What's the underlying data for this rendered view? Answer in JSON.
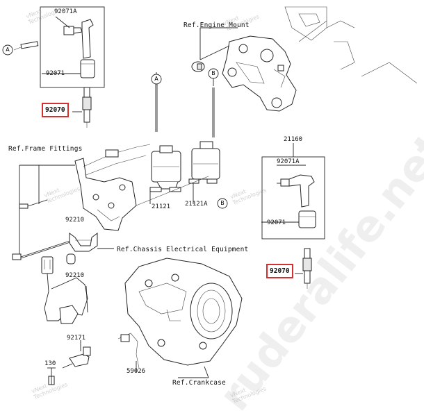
{
  "watermark": {
    "brand": "vNext",
    "company": "Technologies",
    "site": "ruderalife.net"
  },
  "refs": {
    "engine_mount": "Ref.Engine Mount",
    "frame_fittings": "Ref.Frame Fittings",
    "chassis_electrical": "Ref.Chassis Electrical Equipment",
    "crankcase": "Ref.Crankcase"
  },
  "callouts": {
    "a": "A",
    "b": "B"
  },
  "parts": {
    "p92071a_top": "92071A",
    "p92071_top": "92071",
    "p92070_top": "92070",
    "p21160": "21160",
    "p92071a_right": "92071A",
    "p92071_right": "92071",
    "p92070_right": "92070",
    "p92210_a": "92210",
    "p92210_b": "92210",
    "p21121": "21121",
    "p21121a": "21121A",
    "p92171": "92171",
    "p130": "130",
    "p59026": "59026"
  }
}
